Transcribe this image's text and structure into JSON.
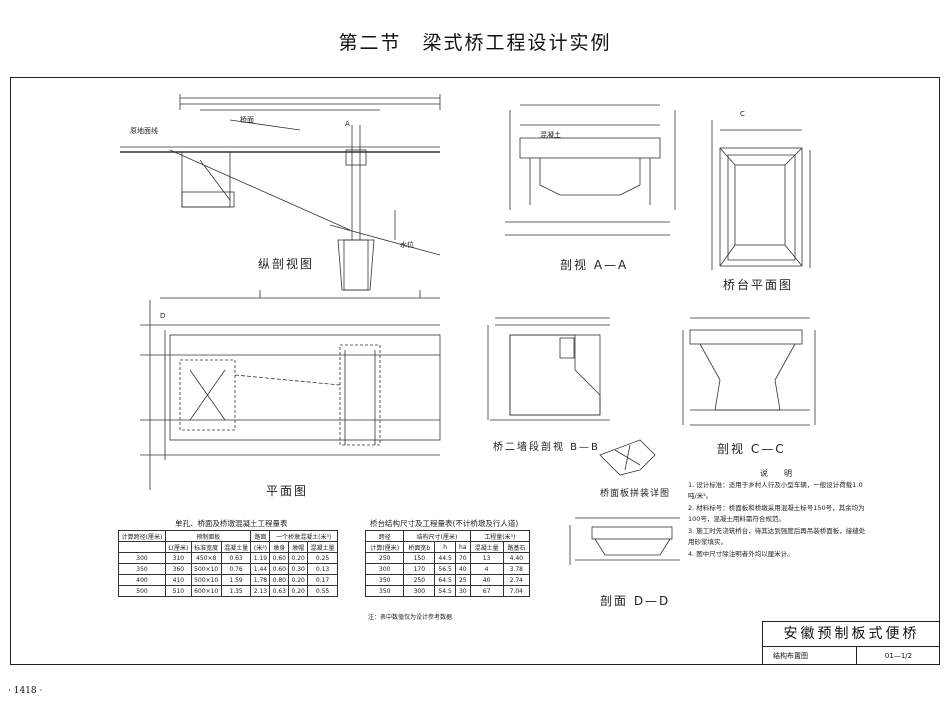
{
  "page": {
    "header": "第二节　梁式桥工程设计实例",
    "page_number": "· 1418 ·"
  },
  "views": {
    "longitudinal": "纵剖视图",
    "plan": "平面图",
    "section_aa": "剖视 A—A",
    "abutment_plan": "桥台平面图",
    "section_bb": "桥二墙段剖视 B—B",
    "section_cc": "剖视 C—C",
    "section_dd": "剖面 D—D",
    "slab_layout": "桥面板拼装详图"
  },
  "drawing_labels": {
    "bank_line": "原地面线",
    "deck": "桥面",
    "water": "水位",
    "concrete": "混凝土",
    "a": "A",
    "c": "C",
    "d": "D"
  },
  "table1": {
    "title": "单孔、桥面及桥墩混凝土工程量表",
    "head": [
      "计算跨径(厘米)",
      "预制面板",
      "",
      "",
      "路面",
      "一个桥墩混凝土(米³)",
      "",
      ""
    ],
    "sub": [
      "",
      "L(厘米)",
      "标准宽度",
      "混凝土量",
      "(米³)",
      "墩身",
      "墩帽",
      "混凝土量"
    ],
    "rows": [
      [
        "300",
        "310",
        "450×8",
        "0.63",
        "1.19",
        "0.60",
        "0.20",
        "0.25"
      ],
      [
        "350",
        "360",
        "500×10",
        "0.76",
        "1.44",
        "0.60",
        "0.30",
        "0.13"
      ],
      [
        "400",
        "410",
        "500×10",
        "1.59",
        "1.78",
        "0.80",
        "0.20",
        "0.17"
      ],
      [
        "500",
        "510",
        "600×10",
        "1.35",
        "2.13",
        "0.63",
        "0.20",
        "0.55"
      ]
    ]
  },
  "table2": {
    "title": "桥台结构尺寸及工程量表(不计桥墩及行人道)",
    "head": [
      "跨径",
      "结构尺寸(厘米)",
      "",
      "",
      "工程量(米³)",
      ""
    ],
    "sub": [
      "计算(厘米)",
      "桥面宽b",
      "h",
      "ha",
      "混凝土量",
      "路基石"
    ],
    "rows": [
      [
        "250",
        "150",
        "44.5",
        "70",
        "13",
        "4.40"
      ],
      [
        "300",
        "170",
        "56.5",
        "40",
        "4",
        "3.78"
      ],
      [
        "350",
        "250",
        "64.5",
        "25",
        "40",
        "2.74"
      ],
      [
        "350",
        "300",
        "54.5",
        "30",
        "67",
        "7.04"
      ]
    ],
    "note": "注：表中数值仅为设计参考数据"
  },
  "notes": {
    "title": "说　明",
    "items": [
      "1. 设计标准：适用于乡村人行及小型车辆，一般设计荷载1.0吨/米²。",
      "2. 材料标号：桥面板和桥墩采用混凝土标号150号，其余均为100号，混凝土用料需符合规范。",
      "3. 施工时先浇筑桥台，待其达到强度后再吊装桥面板，接缝处用砂浆填实。",
      "4. 图中尺寸除注明者外均以厘米计。"
    ]
  },
  "title_block": {
    "title": "安徽预制板式便桥",
    "left": "结构布置图",
    "right": "01—1/2"
  }
}
